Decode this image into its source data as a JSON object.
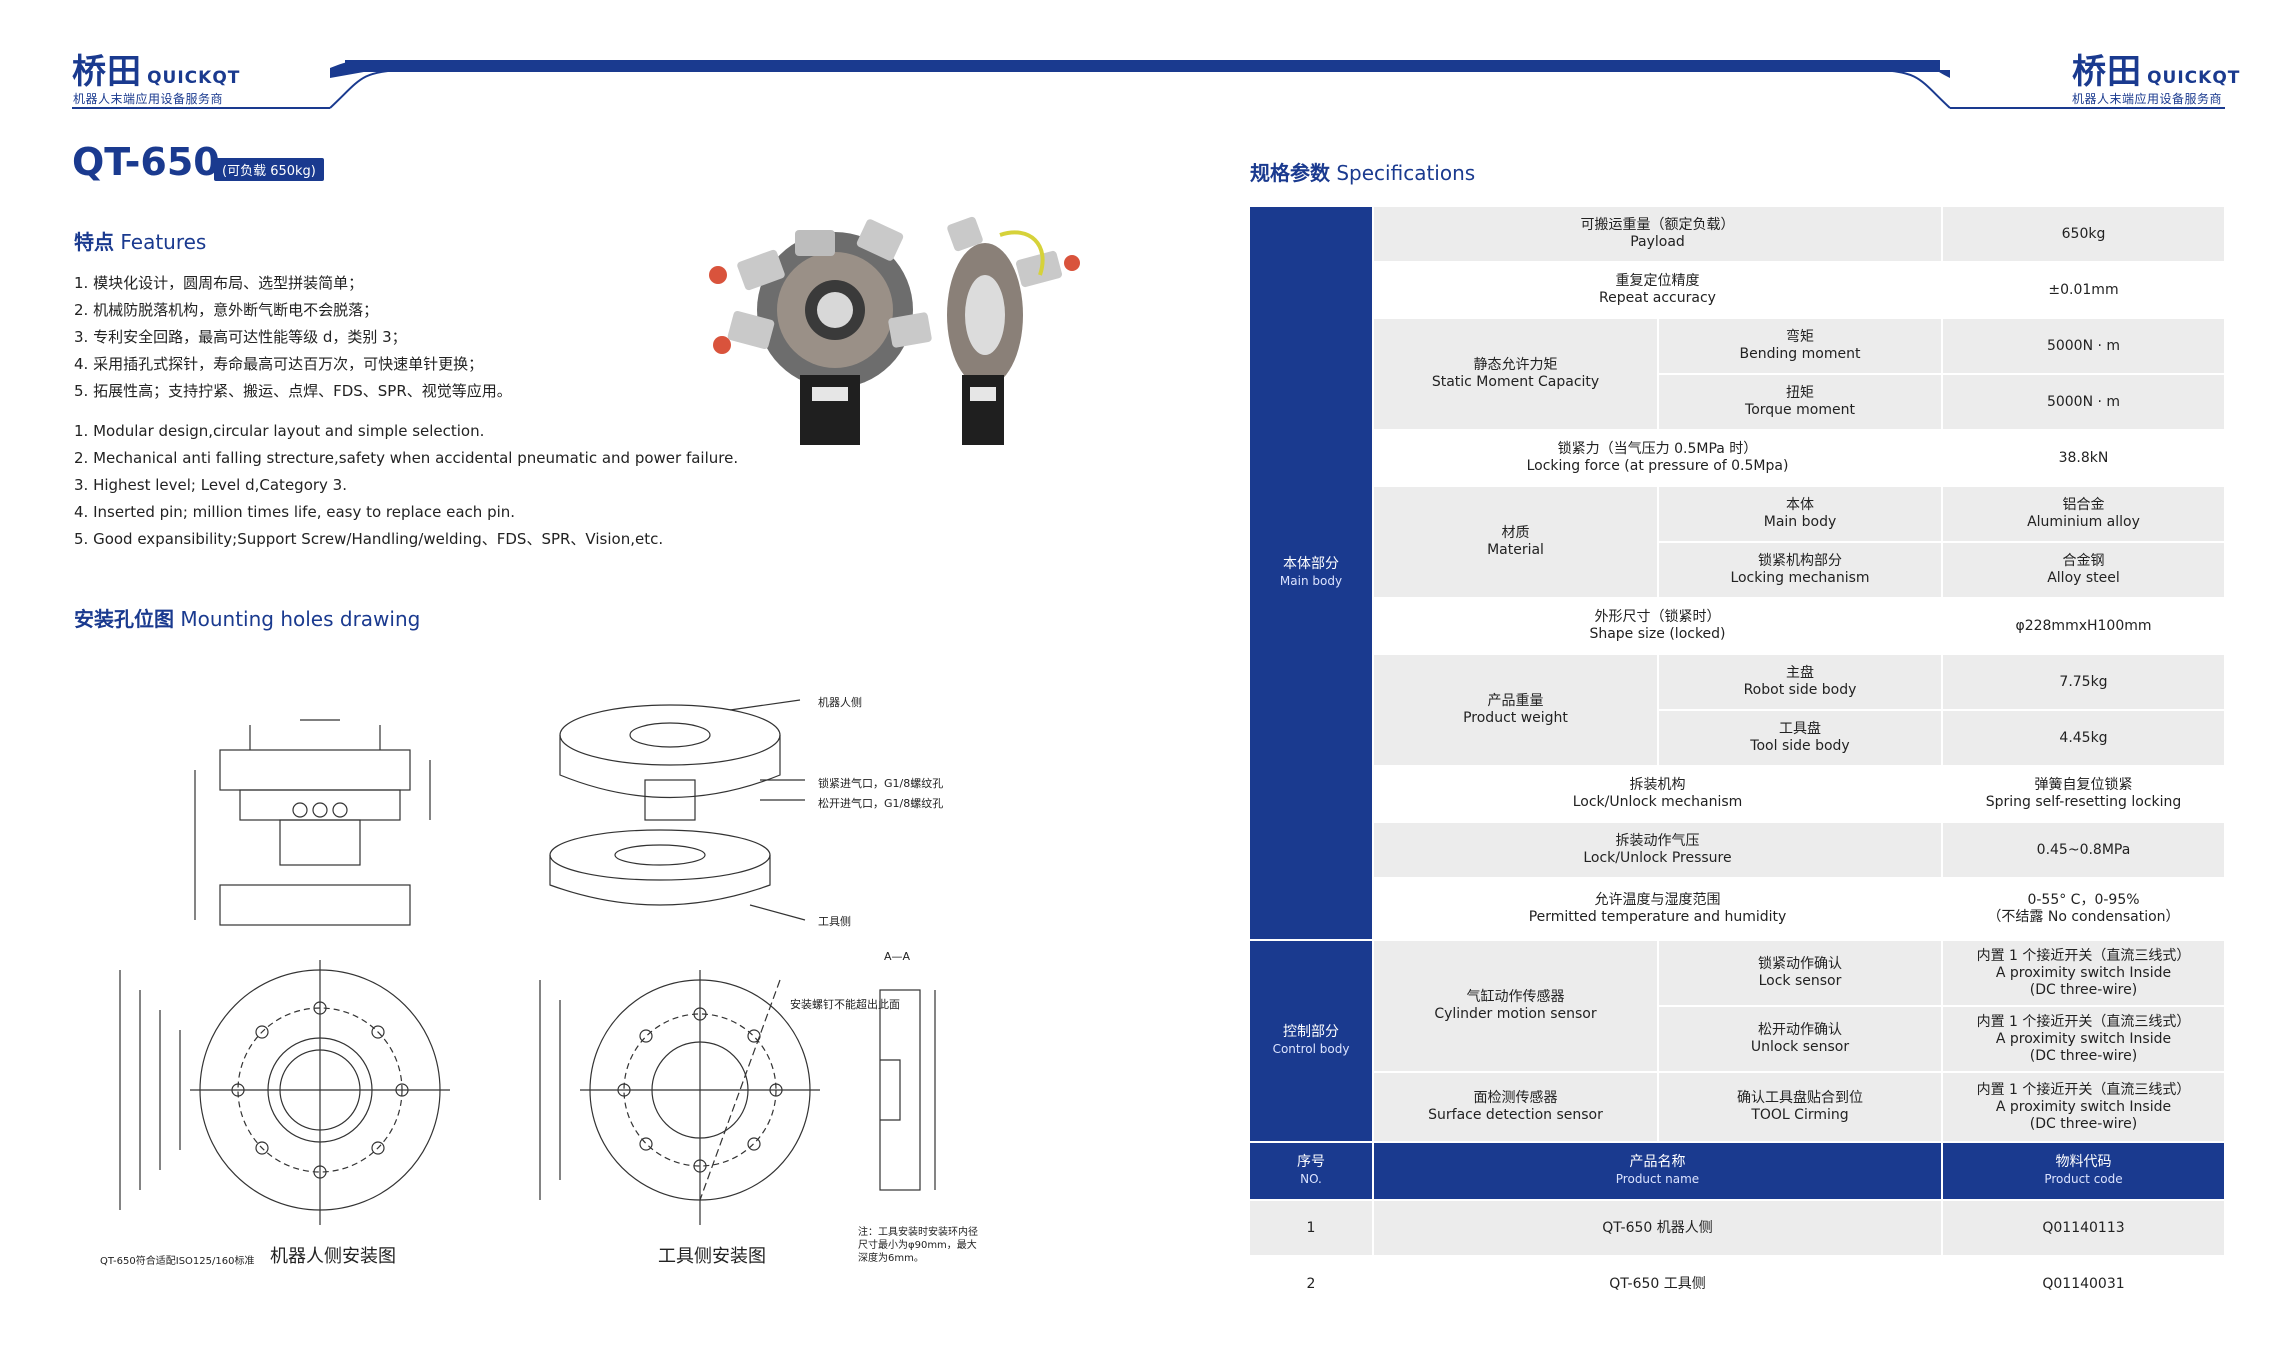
{
  "brand": {
    "name_cn": "桥田",
    "name_en": "QUICKQT",
    "tagline": "机器人末端应用设备服务商"
  },
  "product": {
    "model": "QT-650",
    "badge": "(可负载 650kg)"
  },
  "features": {
    "title_cn": "特点",
    "title_en": "Features",
    "lines_cn": [
      "1. 模块化设计，圆周布局、选型拼装简单；",
      "2. 机械防脱落机构，意外断气断电不会脱落；",
      "3. 专利安全回路，最高可达性能等级 d，类别 3；",
      "4. 采用插孔式探针，寿命最高可达百万次，可快速单针更换；",
      "5. 拓展性高；支持拧紧、搬运、点焊、FDS、SPR、视觉等应用。"
    ],
    "lines_en": [
      "1. Modular design,circular layout and simple selection.",
      "2. Mechanical anti falling strecture,safety when accidental pneumatic and power failure.",
      "3. Highest level; Level d,Category 3.",
      "4. Inserted pin; million times life, easy to replace each pin.",
      "5. Good expansibility;Support Screw/Handling/welding、FDS、SPR、Vision,etc."
    ]
  },
  "drawing": {
    "title_cn": "安装孔位图",
    "title_en": "Mounting holes drawing",
    "robot_side_label": "机器人侧安装图",
    "tool_side_label": "工具侧安装图",
    "note_left": "QT-650符合适配ISO125/160标准",
    "note_right": "注：工具安装时安装环内径尺寸最小为φ90mm，最大深度为6mm。",
    "annot_robot_side": "机器人侧",
    "annot_tool_side": "工具侧",
    "annot_lock_port": "锁紧进气口，G1/8螺纹孔",
    "annot_unlock_port": "松开进气口，G1/8螺纹孔",
    "annot_aa": "A—A",
    "annot_bolt": "安装螺钉不能超出此面"
  },
  "specs": {
    "title_cn": "规格参数",
    "title_en": "Specifications",
    "groups": {
      "main": {
        "cn": "本体部分",
        "en": "Main body"
      },
      "control": {
        "cn": "控制部分",
        "en": "Control body"
      }
    },
    "rows": {
      "payload": {
        "cn": "可搬运重量（额定负载）",
        "en": "Payload",
        "value": "650kg"
      },
      "repeat": {
        "cn": "重复定位精度",
        "en": "Repeat accuracy",
        "value": "±0.01mm"
      },
      "moment": {
        "cn": "静态允许力矩",
        "en": "Static Moment Capacity",
        "bending": {
          "cn": "弯矩",
          "en": "Bending moment",
          "value": "5000N · m"
        },
        "torque": {
          "cn": "扭矩",
          "en": "Torque moment",
          "value": "5000N · m"
        }
      },
      "locking": {
        "cn": "锁紧力（当气压力 0.5MPa 时）",
        "en": "Locking force (at pressure of 0.5Mpa)",
        "value": "38.8kN"
      },
      "material": {
        "cn": "材质",
        "en": "Material",
        "body": {
          "cn": "本体",
          "en": "Main body",
          "value_cn": "铝合金",
          "value_en": "Aluminium alloy"
        },
        "lockmech": {
          "cn": "锁紧机构部分",
          "en": "Locking mechanism",
          "value_cn": "合金钢",
          "value_en": "Alloy steel"
        }
      },
      "shape": {
        "cn": "外形尺寸（锁紧时）",
        "en": "Shape size (locked)",
        "value": "φ228mmxH100mm"
      },
      "weight": {
        "cn": "产品重量",
        "en": "Product weight",
        "robot": {
          "cn": "主盘",
          "en": "Robot side body",
          "value": "7.75kg"
        },
        "tool": {
          "cn": "工具盘",
          "en": "Tool side body",
          "value": "4.45kg"
        }
      },
      "mechanism": {
        "cn": "拆装机构",
        "en": "Lock/Unlock mechanism",
        "value_cn": "弹簧自复位锁紧",
        "value_en": "Spring self-resetting locking"
      },
      "pressure": {
        "cn": "拆装动作气压",
        "en": "Lock/Unlock Pressure",
        "value": "0.45~0.8MPa"
      },
      "temp": {
        "cn": "允许温度与湿度范围",
        "en": "Permitted temperature and humidity",
        "value_1": "0-55° C，0-95%",
        "value_2": "（不结露 No condensation）"
      },
      "cylinder": {
        "cn": "气缸动作传感器",
        "en": "Cylinder motion sensor",
        "lock": {
          "cn": "锁紧动作确认",
          "en": "Lock sensor"
        },
        "unlock": {
          "cn": "松开动作确认",
          "en": "Unlock sensor"
        }
      },
      "surface": {
        "cn": "面检测传感器",
        "en": "Surface detection sensor",
        "tool": {
          "cn": "确认工具盘贴合到位",
          "en": "TOOL Cirming"
        }
      },
      "switch_value": {
        "l1": "内置 1 个接近开关（直流三线式）",
        "l2": "A proximity switch Inside",
        "l3": "(DC three-wire)"
      }
    },
    "product_table": {
      "headers": [
        {
          "cn": "序号",
          "en": "NO."
        },
        {
          "cn": "产品名称",
          "en": "Product name"
        },
        {
          "cn": "物料代码",
          "en": "Product code"
        }
      ],
      "rows": [
        {
          "no": "1",
          "name": "QT-650 机器人侧",
          "code": "Q01140113"
        },
        {
          "no": "2",
          "name": "QT-650 工具侧",
          "code": "Q01140031"
        }
      ]
    }
  },
  "colors": {
    "brand_blue": "#1a3a8f",
    "row_gray": "#ececec"
  }
}
